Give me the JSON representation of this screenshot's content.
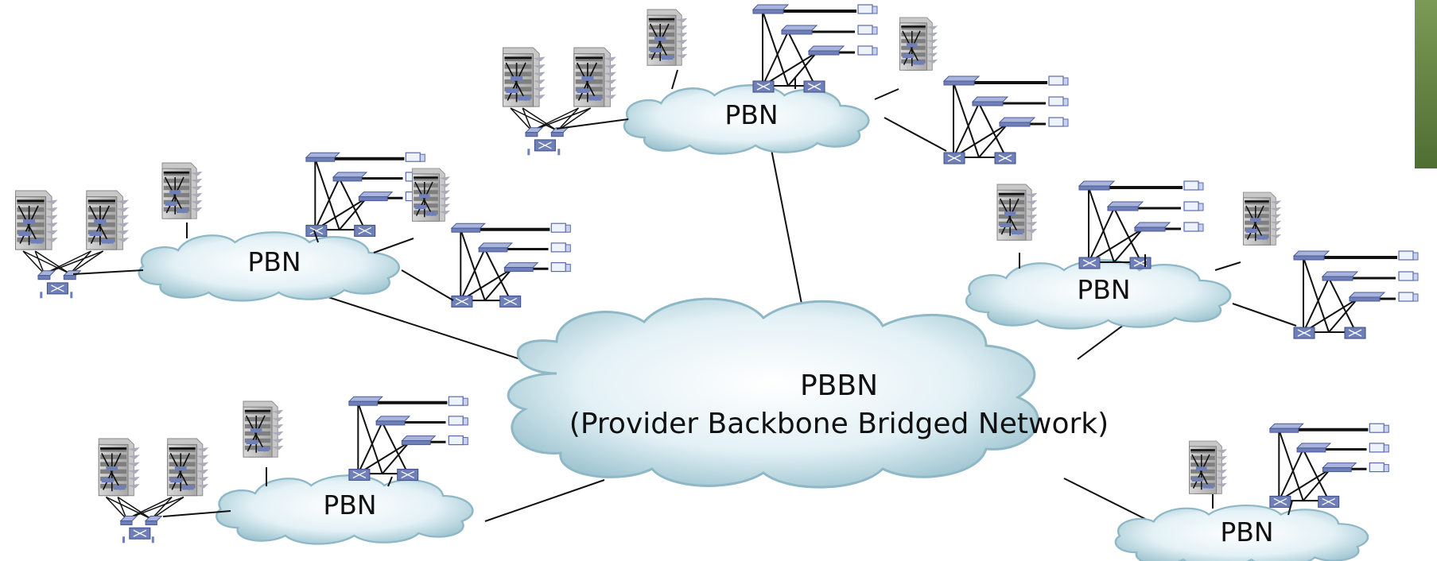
{
  "clouds": {
    "pbbn": {
      "line1": "PBBN",
      "line2": "(Provider Backbone Bridged Network)"
    },
    "pbn_top": {
      "label": "PBN"
    },
    "pbn_left": {
      "label": "PBN"
    },
    "pbn_right": {
      "label": "PBN"
    },
    "pbn_bottom_left": {
      "label": "PBN"
    },
    "pbn_bottom_right": {
      "label": "PBN"
    }
  },
  "colors": {
    "cloud_fill": "#dff0f5",
    "cloud_edge": "#6e9fae",
    "device_blue": "#6f7fb8",
    "server_gray": "#9a9a9a",
    "side_bar": "#5d7c3e"
  },
  "icons": [
    "server-rack-icon",
    "switch-icon",
    "router-icon",
    "pc-icon"
  ]
}
